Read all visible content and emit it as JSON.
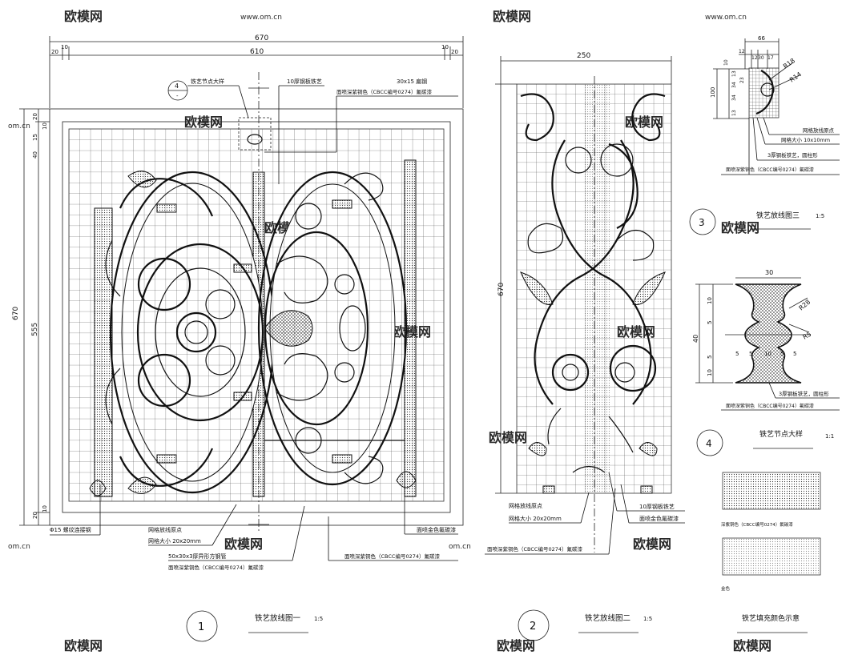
{
  "watermark": {
    "brand": "欧模网",
    "url": "www.om.cn",
    "url_short": "om.cn"
  },
  "drawing1": {
    "dims": {
      "overall": "670",
      "inner": "610",
      "left_a": "20",
      "left_b": "10",
      "right_a": "10",
      "right_b": "20",
      "height_total": "670",
      "height_inner": "555",
      "v_top1": "20",
      "v_top2": "10",
      "v_15": "15",
      "v_40": "40",
      "v_bot1": "20",
      "v_bot2": "10"
    },
    "callouts": {
      "node_detail": "铁艺节点大样",
      "node_num": "4",
      "node_sheet": "-",
      "thick_iron": "10厚钢板铁艺",
      "flat_steel": "30x15 扁钢",
      "finish_top": "面喷深紫铜色（CBCC编号0274）氟碳漆",
      "rod": "Φ15 螺纹连接钢",
      "grid_line": "网格放线原点",
      "grid_size": "网格大小 20x20mm",
      "tube": "50x30x3厚异形方钢管",
      "tube_finish": "面喷深紫铜色（CBCC编号0274）氟碳漆",
      "gold_finish": "面喷金色氟碳漆",
      "bottom_finish": "面喷深紫铜色（CBCC编号0274）氟碳漆"
    },
    "label": {
      "num": "1",
      "title": "铁艺放线图一",
      "scale": "1:5"
    }
  },
  "drawing2": {
    "dims": {
      "width": "250",
      "height": "670"
    },
    "callouts": {
      "grid_line": "网格放线原点",
      "grid_size": "网格大小 20x20mm",
      "thick_iron": "10厚钢板铁艺",
      "gold_finish": "面喷金色氟碳漆",
      "finish": "面喷深紫铜色（CBCC编号0274）氟碳漆"
    },
    "label": {
      "num": "2",
      "title": "铁艺放线图二",
      "scale": "1:5"
    }
  },
  "drawing3": {
    "dims": {
      "w66": "66",
      "w12a": "12",
      "w12b": "12",
      "w30": "30",
      "w17": "17",
      "r18": "R18",
      "r14": "R14",
      "h10": "10",
      "h100": "100",
      "h34a": "34",
      "h34b": "34",
      "h13a": "13",
      "h13b": "13",
      "h23": "23"
    },
    "callouts": {
      "grid_line": "网格放线原点",
      "grid_size": "网格大小 10x10mm",
      "iron": "3厚钢板铁艺，圆柱形",
      "finish": "面喷深紫铜色（CBCC编号0274）氟碳漆"
    },
    "label": {
      "num": "3",
      "title": "铁艺放线图三",
      "scale": "1:5"
    }
  },
  "drawing4": {
    "dims": {
      "w30": "30",
      "h40": "40",
      "r28": "R28",
      "r5": "R5",
      "v10a": "10",
      "v5a": "5",
      "v5b": "5",
      "v10b": "10",
      "h5a": "5",
      "h5b": "5",
      "h10": "10",
      "h5c": "5",
      "h5d": "5"
    },
    "callouts": {
      "iron": "3厚钢板铁艺，圆柱形",
      "finish": "面喷深紫铜色（CBCC编号0274）氟碳漆"
    },
    "label": {
      "num": "4",
      "title": "铁艺节点大样",
      "scale": "1:1"
    }
  },
  "legend": {
    "item1": "深紫铜色（CBCC编号0274）氟碳漆",
    "item2": "金色",
    "title": "铁艺填充颜色示意"
  }
}
